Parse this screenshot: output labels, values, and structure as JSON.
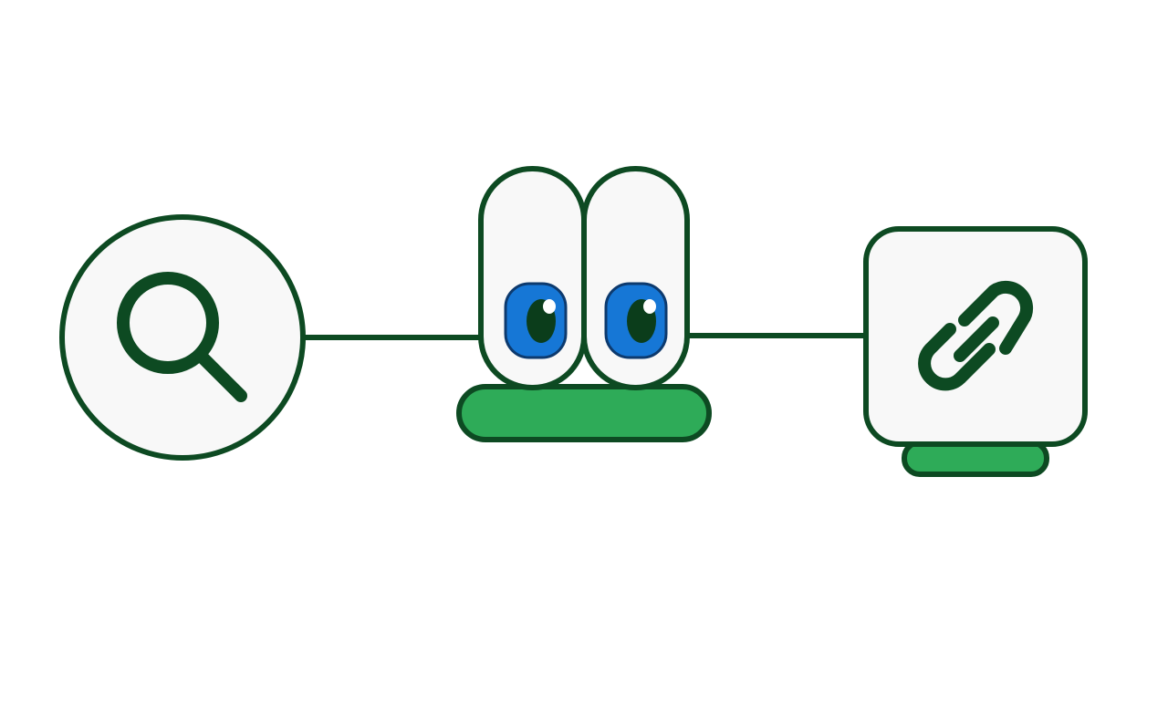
{
  "colors": {
    "outline": "#0d4a22",
    "node_fill": "#f8f8f8",
    "eye_white": "#ffffff",
    "accent_green": "#2eab58",
    "iris_blue": "#1677d6",
    "pupil": "#0b3d1b",
    "background": "#ffffff"
  },
  "nodes": [
    {
      "id": "search",
      "icon": "search-icon"
    },
    {
      "id": "mascot",
      "icon": "googly-eyes-mascot"
    },
    {
      "id": "link",
      "icon": "link-icon"
    }
  ]
}
